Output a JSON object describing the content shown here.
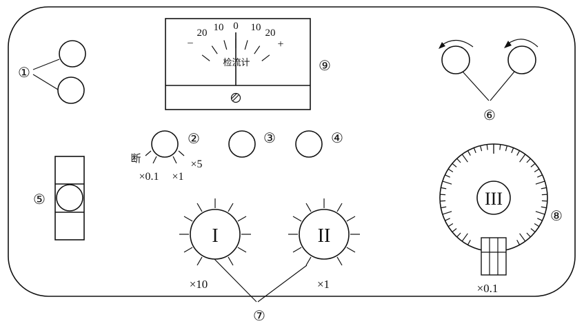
{
  "markers": {
    "m1": "①",
    "m2": "②",
    "m3": "③",
    "m4": "④",
    "m5": "⑤",
    "m6": "⑥",
    "m7": "⑦",
    "m8": "⑧",
    "m9": "⑨"
  },
  "galvanometer": {
    "name": "检流计",
    "scale_labels": [
      "20",
      "10",
      "0",
      "10",
      "20"
    ],
    "minus": "–",
    "plus": "+"
  },
  "switch_2": {
    "off": "断",
    "x01": "×0.1",
    "x1": "×1",
    "x5": "×5"
  },
  "dials": {
    "I": "I",
    "II": "II",
    "III": "III",
    "I_mult": "×10",
    "II_mult": "×1",
    "III_mult": "×0.1"
  }
}
